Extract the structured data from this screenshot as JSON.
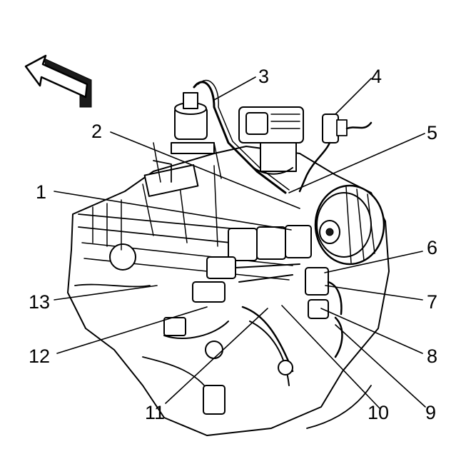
{
  "callouts": [
    {
      "id": "1",
      "label": "1"
    },
    {
      "id": "2",
      "label": "2"
    },
    {
      "id": "3",
      "label": "3"
    },
    {
      "id": "4",
      "label": "4"
    },
    {
      "id": "5",
      "label": "5"
    },
    {
      "id": "6",
      "label": "6"
    },
    {
      "id": "7",
      "label": "7"
    },
    {
      "id": "8",
      "label": "8"
    },
    {
      "id": "9",
      "label": "9"
    },
    {
      "id": "10",
      "label": "10"
    },
    {
      "id": "11",
      "label": "11"
    },
    {
      "id": "12",
      "label": "12"
    },
    {
      "id": "13",
      "label": "13"
    }
  ],
  "colors": {
    "ink": "#000000",
    "background": "#ffffff"
  }
}
